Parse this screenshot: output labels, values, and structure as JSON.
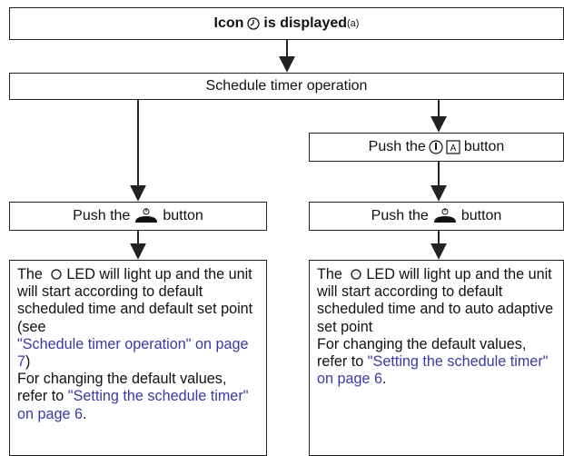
{
  "top_box": {
    "prefix": "Icon",
    "suffix": "is displayed",
    "footnote": "(a)",
    "icon": "clock-icon"
  },
  "schedule_box": {
    "label": "Schedule timer operation"
  },
  "right_push_mode": {
    "prefix": "Push the",
    "suffix": "button",
    "icon": "thermometer-auto-icon"
  },
  "left_push_power": {
    "prefix": "Push the",
    "suffix": "button",
    "icon": "power-button-icon"
  },
  "right_push_power": {
    "prefix": "Push the",
    "suffix": "button",
    "icon": "power-button-icon"
  },
  "left_result": {
    "t1": "The",
    "t2": "LED will light up and the unit will start according to default scheduled time and default set point (see",
    "link1": "\"Schedule timer operation\" on page 7",
    "t3": ")",
    "t4": "For changing the default values, refer to",
    "link2": "\"Setting the schedule timer\" on page 6",
    "t5": "."
  },
  "right_result": {
    "t1": "The",
    "t2": "LED will light up and the unit will start according to default scheduled time and to auto adaptive set point",
    "t4": "For changing the default values, refer to",
    "link2": "\"Setting the schedule timer\" on page 6",
    "t5": "."
  },
  "colors": {
    "link": "#3a3aa0",
    "border": "#222222"
  }
}
